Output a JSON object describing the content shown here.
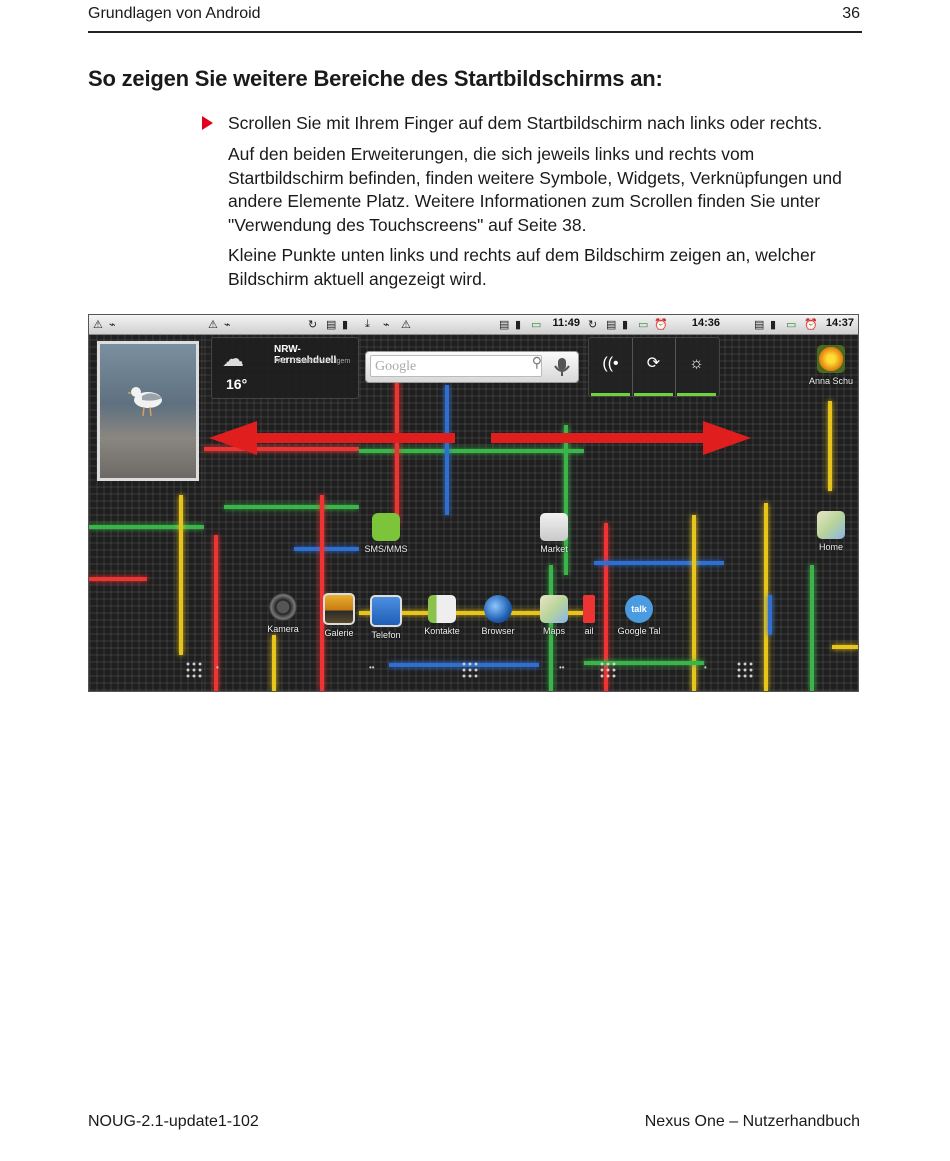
{
  "header": {
    "section": "Grundlagen von Android",
    "page": "36"
  },
  "title": "So zeigen Sie weitere Bereiche des Startbildschirms an:",
  "bullet_text": "Scrollen Sie mit Ihrem Finger auf dem Startbildschirm nach links oder rechts.",
  "paragraph2": "Auf den beiden Erweiterungen, die sich jeweils links und rechts vom Startbildschirm befinden, finden weitere Symbole, Widgets, Verknüpfungen und andere Elemente Platz. Weitere Informationen zum Scrollen finden Sie unter \"Verwendung des Touchscreens\" auf Seite 38.",
  "paragraph3": "Kleine Punkte unten links und rechts auf dem Bildschirm zeigen an, welcher Bildschirm aktuell angezeigt wird.",
  "screenshot": {
    "times": {
      "p3": "11:49",
      "p4": "14:36",
      "p5": "14:37"
    },
    "weather": {
      "city": "NRW-Fernsehduell",
      "source": "FAZ - Frankfurter Allgem",
      "temp": "16°"
    },
    "search_placeholder": "Google",
    "anna": "Anna Schu",
    "icons": {
      "sms": "SMS/MMS",
      "market": "Market",
      "home": "Home",
      "kamera": "Kamera",
      "galerie": "Galerie",
      "telefon": "Telefon",
      "kontakte": "Kontakte",
      "browser": "Browser",
      "maps": "Maps",
      "mail": "ail",
      "talk": "Google Tal",
      "talk_bubble": "talk"
    },
    "colors": {
      "arrow": "#e11e1e",
      "android_green": "#a4c639"
    }
  },
  "footer": {
    "doc_id": "NOUG-2.1-update1-102",
    "manual": "Nexus One – Nutzerhandbuch"
  }
}
